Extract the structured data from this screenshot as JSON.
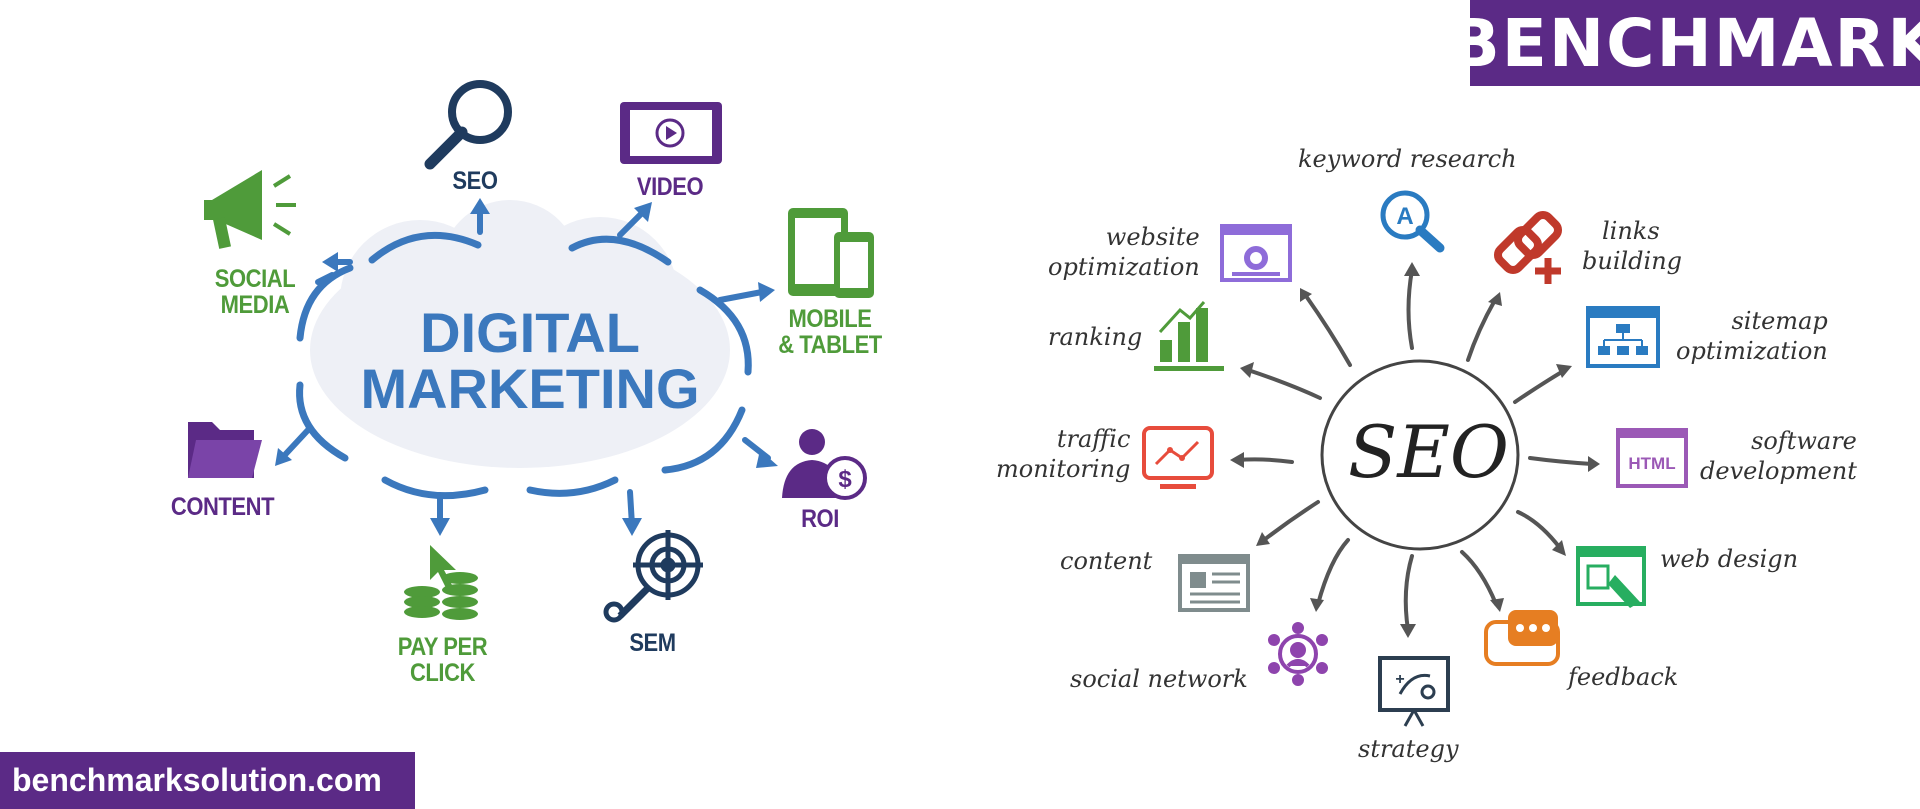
{
  "brand": {
    "name": "BENCHMARK",
    "website": "benchmarksolution.com"
  },
  "colors": {
    "brand_purple": "#5b2a86",
    "dm_blue": "#3b78bd",
    "dm_green": "#4f9b3a",
    "dm_purple": "#5b2a86",
    "dm_navy": "#1f3b5e"
  },
  "digital_marketing": {
    "title_line1": "DIGITAL",
    "title_line2": "MARKETING",
    "nodes": [
      {
        "label_lines": [
          "SEO"
        ],
        "icon": "magnifier-icon"
      },
      {
        "label_lines": [
          "VIDEO"
        ],
        "icon": "video-player-icon"
      },
      {
        "label_lines": [
          "MOBILE",
          "& TABLET"
        ],
        "icon": "mobile-tablet-icon"
      },
      {
        "label_lines": [
          "ROI"
        ],
        "icon": "businessman-dollar-icon"
      },
      {
        "label_lines": [
          "SEM"
        ],
        "icon": "target-key-icon"
      },
      {
        "label_lines": [
          "PAY PER",
          "CLICK"
        ],
        "icon": "coins-cursor-icon"
      },
      {
        "label_lines": [
          "CONTENT"
        ],
        "icon": "folder-icon"
      },
      {
        "label_lines": [
          "SOCIAL",
          "MEDIA"
        ],
        "icon": "megaphone-icon"
      }
    ]
  },
  "seo_diagram": {
    "center": "SEO",
    "nodes": [
      {
        "label_lines": [
          "keyword research"
        ],
        "icon": "magnifier-letter-icon"
      },
      {
        "label_lines": [
          "links",
          "building"
        ],
        "icon": "chain-link-icon"
      },
      {
        "label_lines": [
          "sitemap",
          "optimization"
        ],
        "icon": "sitemap-icon"
      },
      {
        "label_lines": [
          "software",
          "development"
        ],
        "icon": "html-icon",
        "icon_text": "HTML"
      },
      {
        "label_lines": [
          "web design"
        ],
        "icon": "web-design-icon"
      },
      {
        "label_lines": [
          "feedback"
        ],
        "icon": "speech-bubble-icon"
      },
      {
        "label_lines": [
          "strategy"
        ],
        "icon": "strategy-board-icon"
      },
      {
        "label_lines": [
          "social network"
        ],
        "icon": "social-network-icon"
      },
      {
        "label_lines": [
          "content"
        ],
        "icon": "content-page-icon"
      },
      {
        "label_lines": [
          "traffic",
          "monitoring"
        ],
        "icon": "traffic-monitor-icon"
      },
      {
        "label_lines": [
          "ranking"
        ],
        "icon": "bar-chart-icon"
      },
      {
        "label_lines": [
          "website",
          "optimization"
        ],
        "icon": "website-gear-icon"
      }
    ]
  }
}
